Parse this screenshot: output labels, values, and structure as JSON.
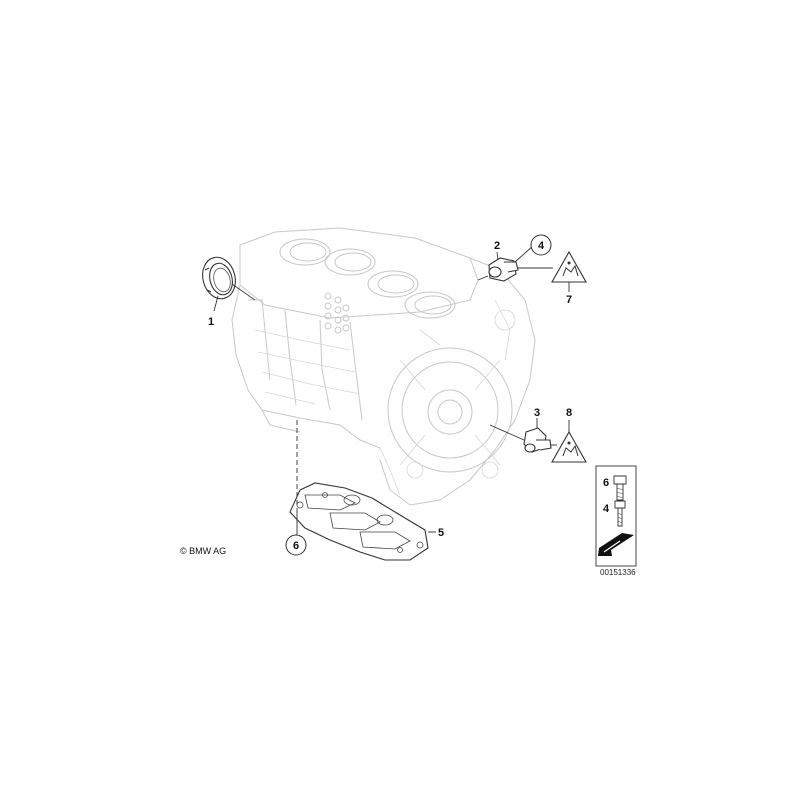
{
  "copyright": "© BMW AG",
  "diagram_id": "00151336",
  "callouts": {
    "c1": "1",
    "c2": "2",
    "c3": "3",
    "c4": "4",
    "c5": "5",
    "c6": "6",
    "c7": "7",
    "c8": "8"
  },
  "legend": {
    "row1_label": "6",
    "row2_label": "4"
  },
  "icons": {
    "warning_triangle": "warning-triangle-icon",
    "wrench": "tool-icon",
    "arrow": "arrow-icon"
  }
}
